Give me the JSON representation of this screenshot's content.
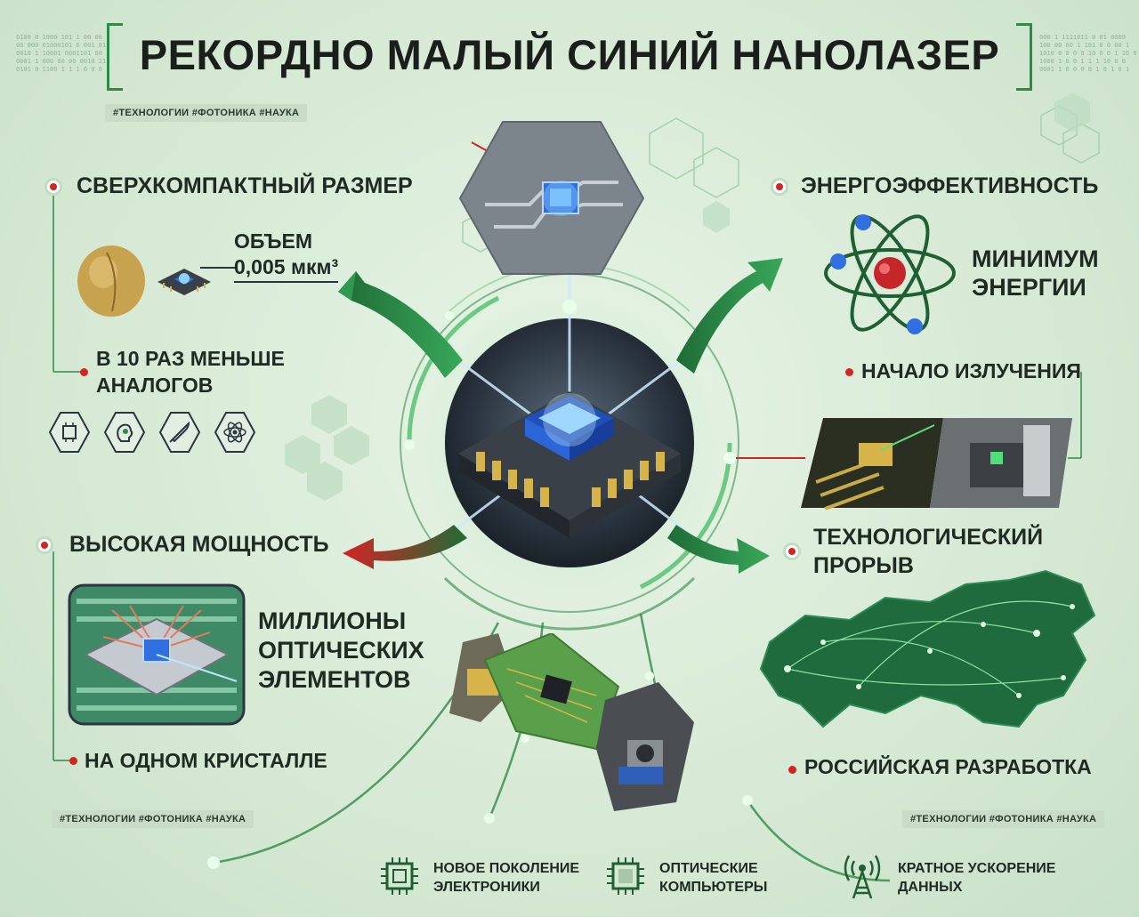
{
  "title": "РЕКОРДНО МАЛЫЙ СИНИЙ НАНОЛАЗЕР",
  "tags": {
    "top": "#ТЕХНОЛОГИИ  #ФОТОНИКА  #НАУКА",
    "bottom_left": "#ТЕХНОЛОГИИ #ФОТОНИКА #НАУКА",
    "bottom_right": "#ТЕХНОЛОГИИ #ФОТОНИКА #НАУКА"
  },
  "binary": {
    "left": "0100 0 1000 101 1 00 00\n00 000 01000101 0 001 01\n0010 1 10001 0001101 00\n0001 1 000 00 00 0010 11\n0101 0 1100 1 1 1 0 0 0",
    "right": "000 1 1111011 0 01 0000\n100 00 00 1 101 0 0 00 1\n1010 0 0 0 0 10 0 0 1 10 0\n1000 1 0 0 1 1 1 10 0 0\n0001 1 0 0 0 0 1 0 1 0 1"
  },
  "compact": {
    "heading": "СВЕРХКОМПАКТНЫЙ РАЗМЕР",
    "volume_label": "ОБЪЕМ",
    "volume_value": "0,005 мкм³",
    "less_line1": "В 10 РАЗ МЕНЬШЕ",
    "less_line2": "АНАЛОГОВ",
    "icons": [
      "chip-icon",
      "brain-icon",
      "rocket-icon",
      "atom-icon"
    ]
  },
  "energy": {
    "heading": "ЭНЕРГОЭФФЕКТИВНОСТЬ",
    "min_line1": "МИНИМУМ",
    "min_line2": "ЭНЕРГИИ",
    "emission": "НАЧАЛО ИЗЛУЧЕНИЯ"
  },
  "power": {
    "heading": "ВЫСОКАЯ МОЩНОСТЬ",
    "millions_line1": "МИЛЛИОНЫ",
    "millions_line2": "ОПТИЧЕСКИХ",
    "millions_line3": "ЭЛЕМЕНТОВ",
    "crystal": "НА ОДНОМ КРИСТАЛЛЕ"
  },
  "breakthrough": {
    "heading_line1": "ТЕХНОЛОГИЧЕСКИЙ",
    "heading_line2": "ПРОРЫВ",
    "russian": "РОССИЙСКАЯ РАЗРАБОТКА"
  },
  "bottom": [
    {
      "icon": "chip-icon",
      "line1": "НОВОЕ ПОКОЛЕНИЕ",
      "line2": "ЭЛЕКТРОНИКИ"
    },
    {
      "icon": "processor-icon",
      "line1": "ОПТИЧЕСКИЕ",
      "line2": "КОМПЬЮТЕРЫ"
    },
    {
      "icon": "antenna-icon",
      "line1": "КРАТНОЕ УСКОРЕНИЕ",
      "line2": "ДАННЫХ"
    }
  ],
  "colors": {
    "accent_green": "#2f8a4a",
    "dark_green": "#1f6b36",
    "red": "#d42424",
    "blue_glow": "#6fb8ff"
  }
}
